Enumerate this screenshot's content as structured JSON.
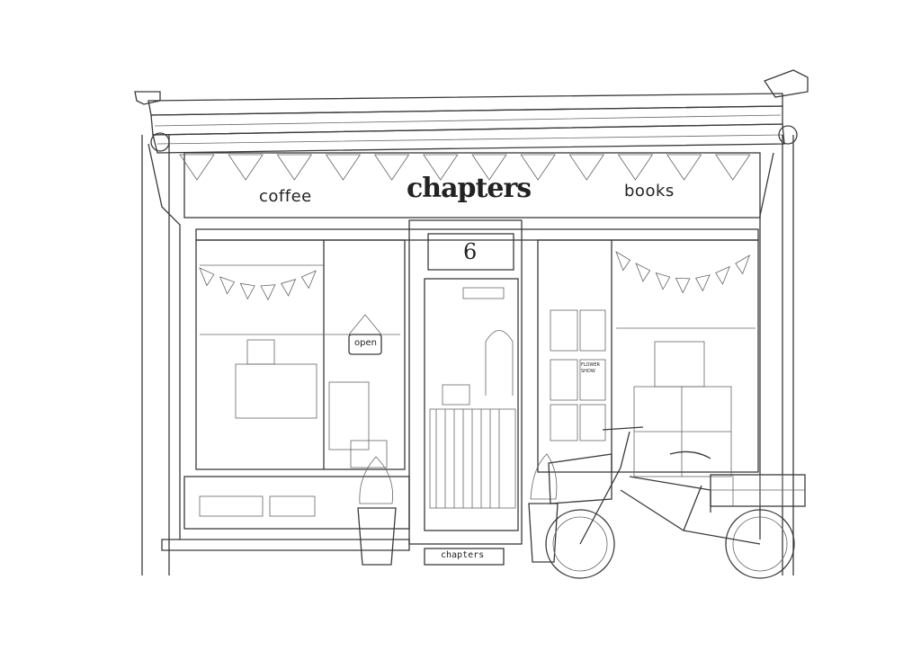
{
  "sign": {
    "left": "coffee",
    "brand": "chapters",
    "right": "books"
  },
  "door_number": "6",
  "open_sign": "open",
  "doormat": "chapters",
  "poster_title": "FLOWER SHOW",
  "colors": {
    "ink": "#3a3a3a",
    "paper": "#ffffff"
  }
}
